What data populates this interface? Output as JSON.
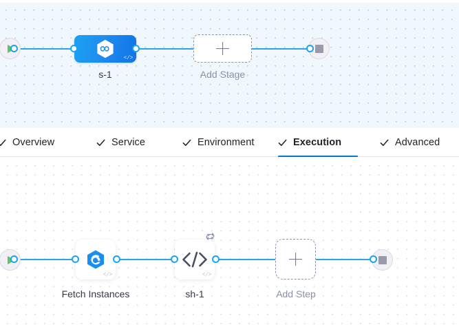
{
  "stage_canvas": {
    "name": "pipeline-stage-canvas",
    "start_node": {
      "icon": "play-icon",
      "label": "Start"
    },
    "end_node": {
      "icon": "stop-icon",
      "label": "End"
    },
    "stage": {
      "label": "s-1",
      "icon": "harness-hexagon-infinity-icon",
      "code_tag": "</>",
      "type": "deployment-stage"
    },
    "add_stage": {
      "label": "Add Stage",
      "icon": "plus-icon"
    }
  },
  "tabs": {
    "name": "pipeline-stage-tabs",
    "items": [
      {
        "label": "Overview",
        "icon": "check-icon",
        "active": false
      },
      {
        "label": "Service",
        "icon": "check-icon",
        "active": false
      },
      {
        "label": "Environment",
        "icon": "check-icon",
        "active": false
      },
      {
        "label": "Execution",
        "icon": "check-icon",
        "active": true
      },
      {
        "label": "Advanced",
        "icon": "check-icon",
        "active": false
      }
    ],
    "active_underline_color": "#0278d5"
  },
  "execution_canvas": {
    "name": "execution-steps-canvas",
    "start_node": {
      "icon": "play-icon",
      "label": "Start"
    },
    "end_node": {
      "icon": "stop-icon",
      "label": "End"
    },
    "steps": [
      {
        "label": "Fetch Instances",
        "icon": "harness-hexagon-swirl-icon",
        "code_tag": "</>",
        "has_retry": false
      },
      {
        "label": "sh-1",
        "icon": "shell-script-code-icon",
        "code_tag": "</>",
        "has_retry": true,
        "retry_icon": "retry-loop-icon"
      }
    ],
    "add_step": {
      "label": "Add Step",
      "icon": "plus-icon"
    }
  },
  "colors": {
    "edge": "#26a5f2",
    "port_ring": "#1aa3f0",
    "stage_gradient_from": "#1ba2f0",
    "stage_gradient_to": "#1173e8",
    "accent": "#0278d5",
    "start_play": "#5cc36a",
    "end_stop": "#9a9aab",
    "stage_canvas_bg": "#f1f8fd",
    "exec_canvas_bg": "#ffffff"
  }
}
